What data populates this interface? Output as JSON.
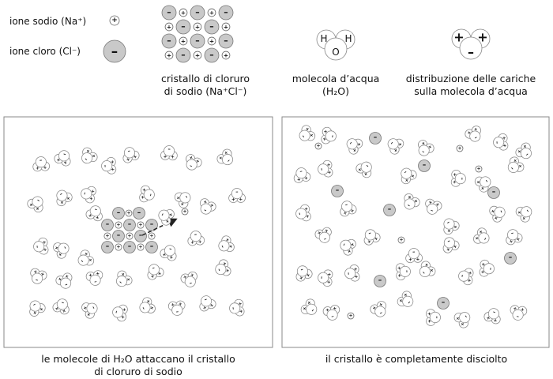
{
  "legend": {
    "sodium_ion_label": "ione sodio (Na⁺)",
    "chloride_ion_label": "ione cloro (Cl⁻)",
    "crystal_caption_line1": "cristallo di cloruro",
    "crystal_caption_line2": "di sodio (Na⁺Cl⁻)",
    "water_caption_line1": "molecola d’acqua",
    "water_caption_line2": "(H₂O)",
    "charge_caption_line1": "distribuzione delle cariche",
    "charge_caption_line2": "sulla molecola d’acqua",
    "water_atoms": [
      "H",
      "H",
      "O"
    ],
    "charge_signs": [
      "+",
      "+",
      "–"
    ],
    "na_sign": "+",
    "cl_sign": "–"
  },
  "panels": [
    {
      "caption_line1": "le molecole di H₂O attaccano il cristallo",
      "caption_line2": "di cloruro di sodio"
    },
    {
      "caption_line1": "il cristallo è completamente disciolto",
      "caption_line2": ""
    }
  ],
  "colors": {
    "chloride_fill": "#c9c9c9",
    "outline": "#888888",
    "arrow": "#222222"
  }
}
